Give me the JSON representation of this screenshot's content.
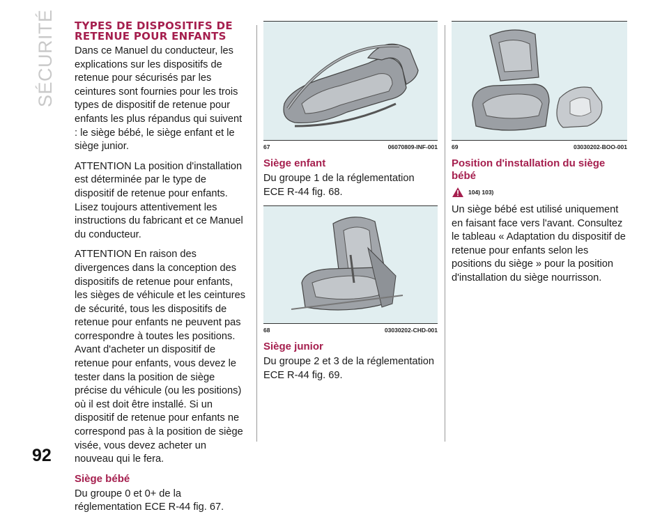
{
  "side_title": "SÉCURITÉ",
  "page_number": "92",
  "col1": {
    "heading": "TYPES DE DISPOSITIFS DE RETENUE POUR ENFANTS",
    "p1": "Dans ce Manuel du conducteur, les explications sur les dispositifs de retenue pour sécurisés par les ceintures sont fournies pour les trois types de dispositif de retenue pour enfants les plus répandus qui suivent : le siège bébé, le siège enfant et le siège junior.",
    "p2": "ATTENTION La position d'installation est déterminée par le type de dispositif de retenue pour enfants. Lisez toujours attentivement les instructions du fabricant et ce Manuel du conducteur.",
    "p3": "ATTENTION En raison des divergences dans la conception des dispositifs de retenue pour enfants, les sièges de véhicule et les ceintures de sécurité, tous les dispositifs de retenue pour enfants ne peuvent pas correspondre à toutes les positions. Avant d'acheter un dispositif de retenue pour enfants, vous devez le tester dans la position de siège précise du véhicule (ou les positions) où il est doit être installé. Si un dispositif de retenue pour enfants ne correspond pas à la position de siège visée, vous devez acheter un nouveau qui le fera.",
    "sub": "Siège bébé",
    "p4": "Du groupe 0 et 0+ de la réglementation ECE R-44 fig. 67."
  },
  "col2": {
    "fig67": {
      "num": "67",
      "code": "06070809-INF-001"
    },
    "sub1": "Siège enfant",
    "p1": "Du groupe 1 de la réglementation ECE R-44 fig. 68.",
    "fig68": {
      "num": "68",
      "code": "03030202-CHD-001"
    },
    "sub2": "Siège junior",
    "p2": "Du groupe 2 et 3 de la réglementation ECE R-44 fig. 69."
  },
  "col3": {
    "fig69": {
      "num": "69",
      "code": "03030202-BOO-001"
    },
    "sub": "Position d'installation du siège bébé",
    "warn_refs": "104) 103)",
    "p1": "Un siège bébé est utilisé uniquement en faisant face vers l'avant. Consultez le tableau « Adaptation du dispositif de retenue pour enfants selon les positions du siège » pour la position d'installation du siège nourrisson."
  },
  "colors": {
    "heading": "#a51f4e",
    "figure_bg": "#e1eef0",
    "side_title": "#c9c9c9"
  }
}
